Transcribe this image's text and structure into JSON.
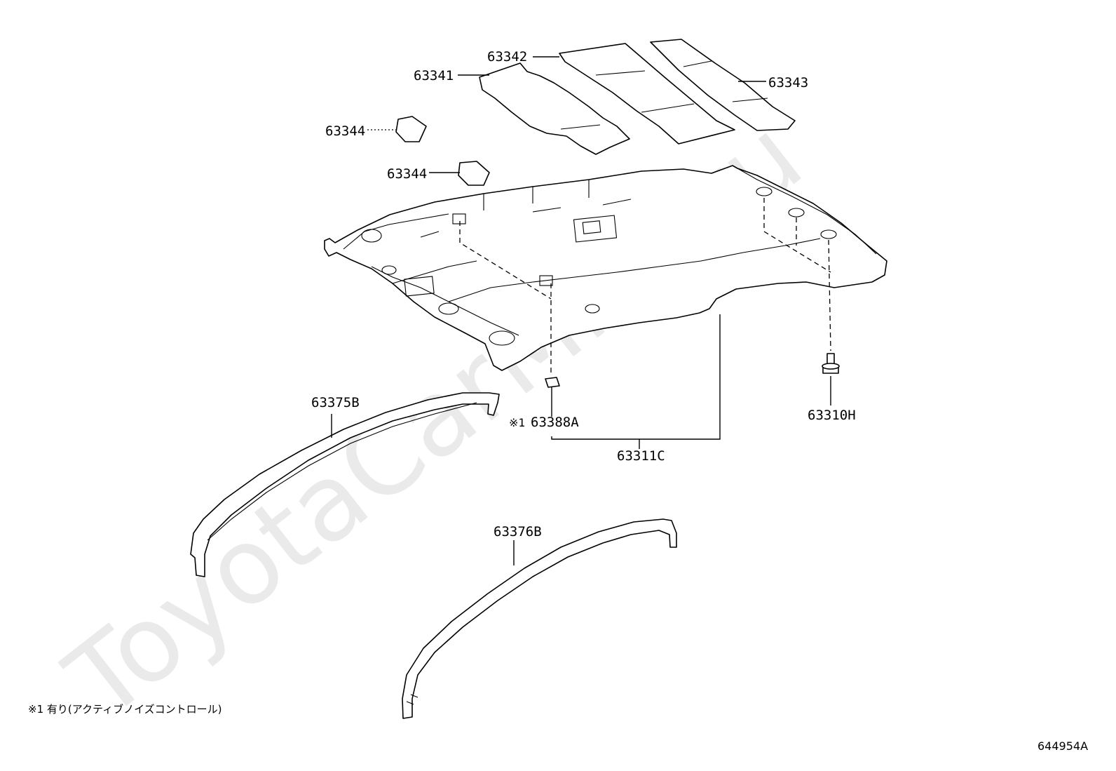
{
  "watermark": "ToyotaCarMire.ru",
  "parts": {
    "p63342": "63342",
    "p63341": "63341",
    "p63343": "63343",
    "p63344_a": "63344",
    "p63344_b": "63344",
    "p63375B": "63375B",
    "p63388A_mark": "※1",
    "p63388A": "63388A",
    "p63310H": "63310H",
    "p63311C": "63311C",
    "p63376B": "63376B"
  },
  "footnote": "※1 有り(アクティブノイズコントロール)",
  "diagram_code": "644954A"
}
